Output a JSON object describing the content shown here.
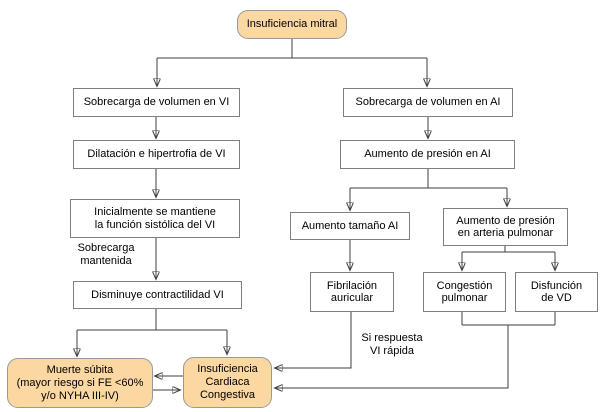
{
  "diagram": {
    "type": "flowchart",
    "title_node": "Insuficiencia mitral",
    "colors": {
      "highlight_fill": "#fbd7a2",
      "highlight_border": "#999999",
      "process_fill": "#ffffff",
      "process_border": "#7f7f7f",
      "line": "#3f3f3f",
      "text": "#000000",
      "background": "#ffffff"
    },
    "nodes": {
      "root": "Insuficiencia mitral",
      "sobrecarga_vi": "Sobrecarga de volumen en VI",
      "dilatacion_hipertrofia": "Dilatación e hipertrofia de VI",
      "funcion_sistolica": "Inicialmente se mantiene\nla función sistólica del VI",
      "disminuye_contractilidad": "Disminuye contractilidad VI",
      "muerte_subita": "Muerte súbita\n(mayor riesgo si FE <60%\ny/o NYHA III-IV)",
      "insuficiencia_cardiaca": "Insuficiencia\nCardiaca\nCongestiva",
      "sobrecarga_ai": "Sobrecarga de volumen en AI",
      "presion_ai": "Aumento de presión en AI",
      "tamano_ai": "Aumento tamaño AI",
      "presion_arteria_pulmonar": "Aumento de presión\nen arteria pulmonar",
      "fibrilacion_auricular": "Fibrilación\nauricular",
      "congestion_pulmonar": "Congestión\npulmonar",
      "disfuncion_vd": "Disfunción\nde VD"
    },
    "edge_labels": {
      "sobrecarga_mantenida": "Sobrecarga\nmantenida",
      "si_respuesta_vi_rapida": "Si respuesta\nVI rápida"
    }
  }
}
